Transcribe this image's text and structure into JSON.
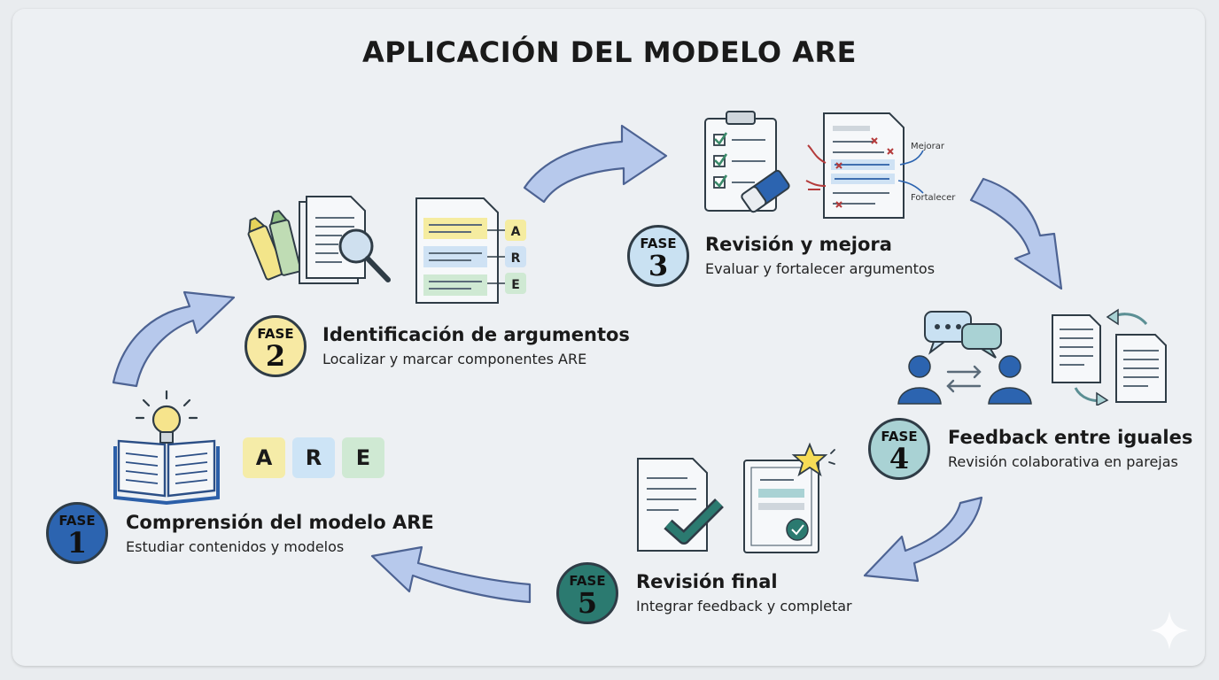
{
  "title": "APLICACIÓN DEL MODELO ARE",
  "colors": {
    "arrow_fill": "#b7c9ec",
    "arrow_stroke": "#4d6393",
    "phase1": "#2c64b0",
    "phase2": "#f7e9a3",
    "phase3": "#c9e1f2",
    "phase4": "#a9d2d4",
    "phase5": "#2b7a70"
  },
  "are_tiles": [
    "A",
    "R",
    "E"
  ],
  "phases": [
    {
      "fase": "FASE",
      "number": "1",
      "heading": "Comprensión del modelo ARE",
      "subtitle": "Estudiar contenidos y modelos"
    },
    {
      "fase": "FASE",
      "number": "2",
      "heading": "Identificación de argumentos",
      "subtitle": "Localizar y marcar componentes ARE"
    },
    {
      "fase": "FASE",
      "number": "3",
      "heading": "Revisión y mejora",
      "subtitle": "Evaluar y fortalecer argumentos"
    },
    {
      "fase": "FASE",
      "number": "4",
      "heading": "Feedback entre iguales",
      "subtitle": "Revisión colaborativa en parejas"
    },
    {
      "fase": "FASE",
      "number": "5",
      "heading": "Revisión final",
      "subtitle": "Integrar feedback y completar"
    }
  ],
  "phase2_doc_tags": [
    "A",
    "R",
    "E"
  ],
  "phase3_doc_notes": {
    "top": "Mejorar",
    "bottom": "Fortalecer"
  },
  "icons": [
    "book-lightbulb-icon",
    "highlighter-document-magnifier-icon",
    "tagged-document-icon",
    "checklist-eraser-icon",
    "corrected-document-icon",
    "peer-chat-icon",
    "document-exchange-icon",
    "checked-document-icon",
    "certificate-star-icon",
    "sparkle-icon"
  ]
}
